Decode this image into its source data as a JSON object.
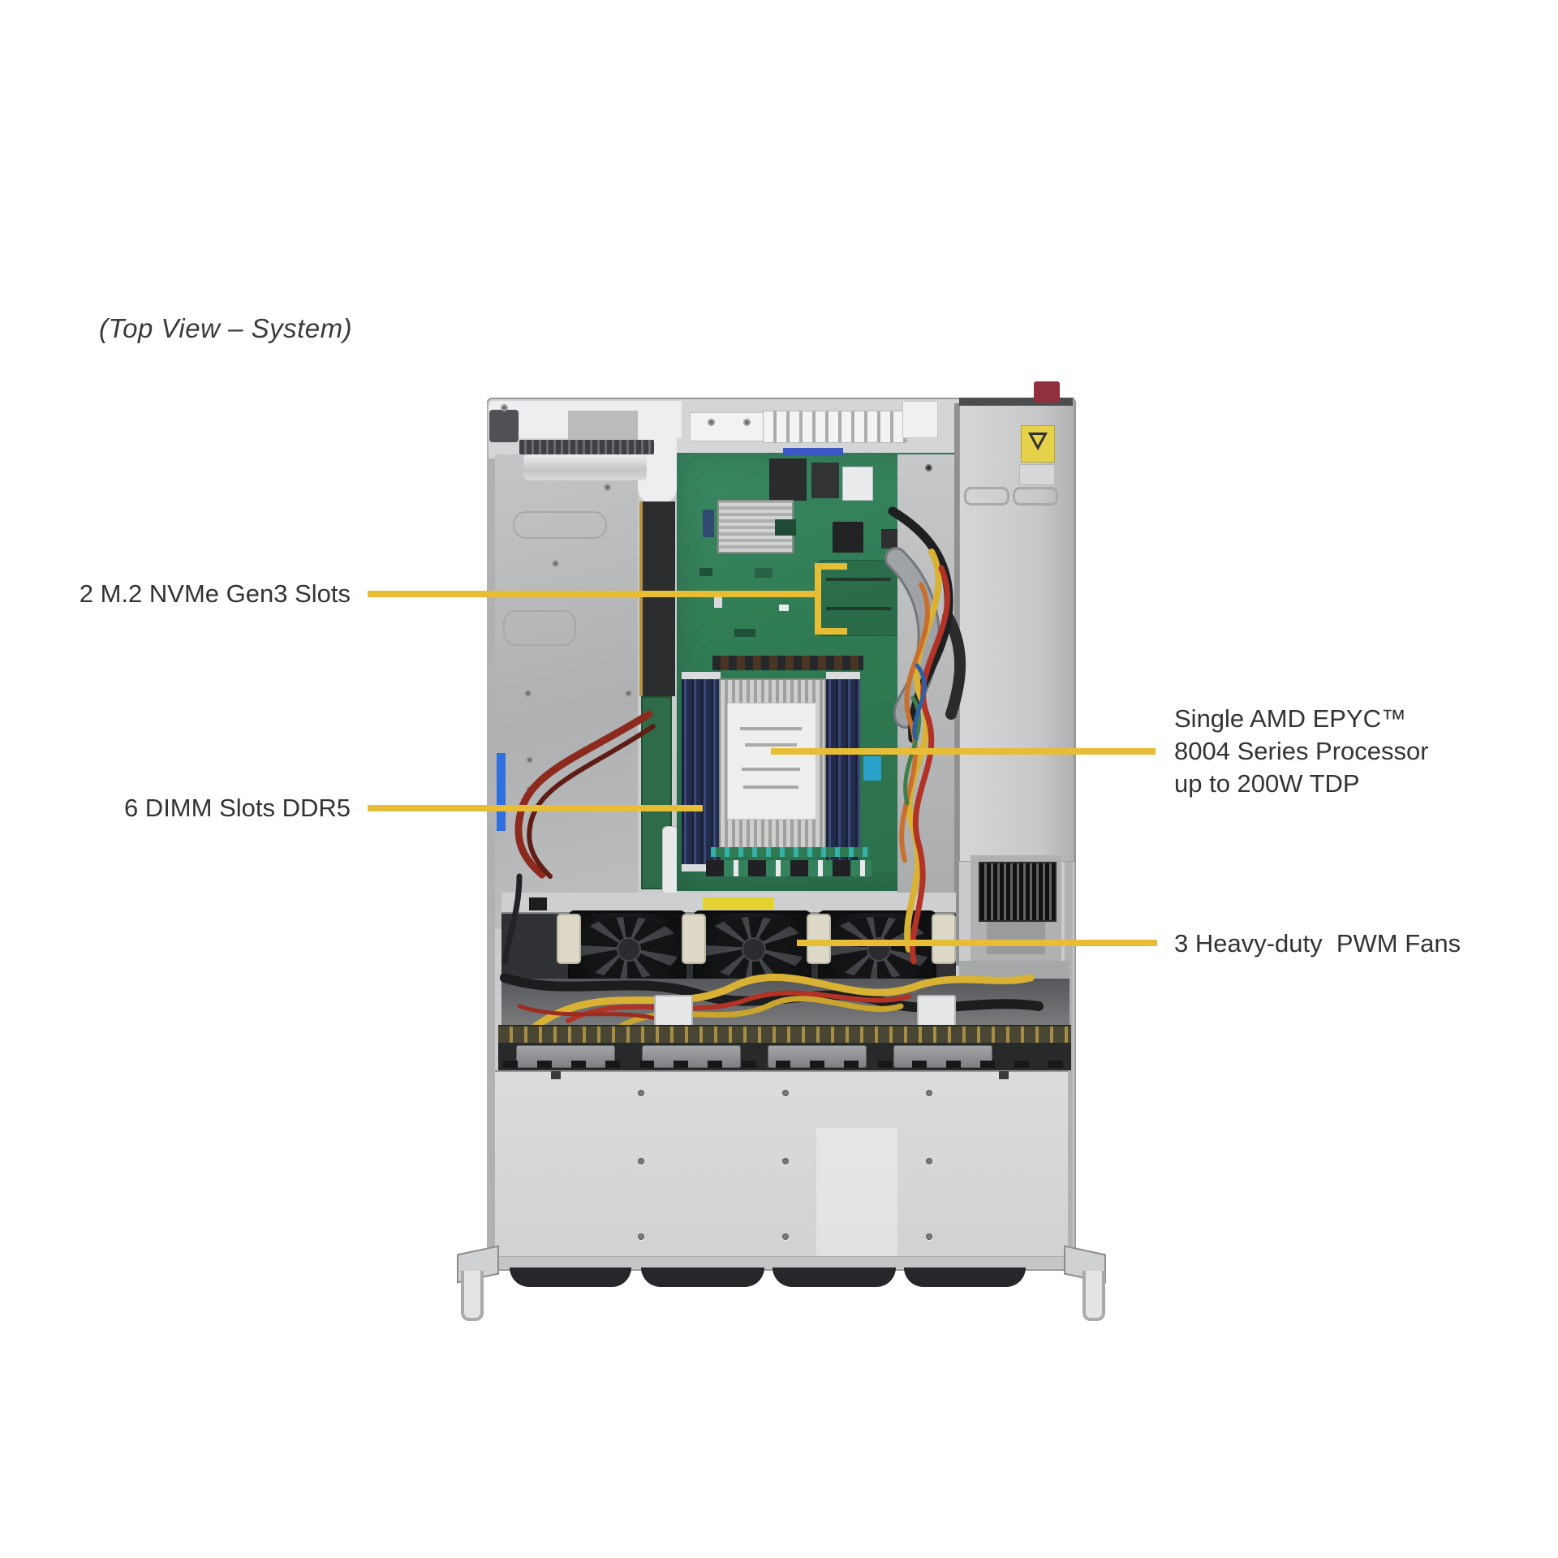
{
  "title": "(Top View – System)",
  "callouts": {
    "m2": {
      "label": "2 M.2 NVMe Gen3 Slots"
    },
    "dimm": {
      "label": "6 DIMM Slots DDR5"
    },
    "cpu": {
      "line1": "Single AMD EPYC™",
      "line2": "8004 Series Processor",
      "line3": "up to 200W TDP"
    },
    "fans": {
      "label": "3 Heavy-duty  PWM Fans"
    }
  },
  "colors": {
    "callout": "#E7BD36",
    "label_text": "#333335",
    "chassis_gray": "#C9CBCD",
    "front_panel_gray": "#DCDEE0",
    "motherboard_green": "#35815B",
    "psu_warning_yellow": "#E6D24A",
    "blue_tab": "#2F6FDF"
  },
  "figure": {
    "parts": [
      "rear panel",
      "PCI slot covers",
      "power supply",
      "expansion riser",
      "motherboard",
      "chipset heatsink",
      "M.2 slot area",
      "CPU heatsink",
      "DIMM slots",
      "cable looms",
      "fan wall",
      "drive backplane",
      "drive bays",
      "front panel",
      "chassis handles"
    ]
  }
}
